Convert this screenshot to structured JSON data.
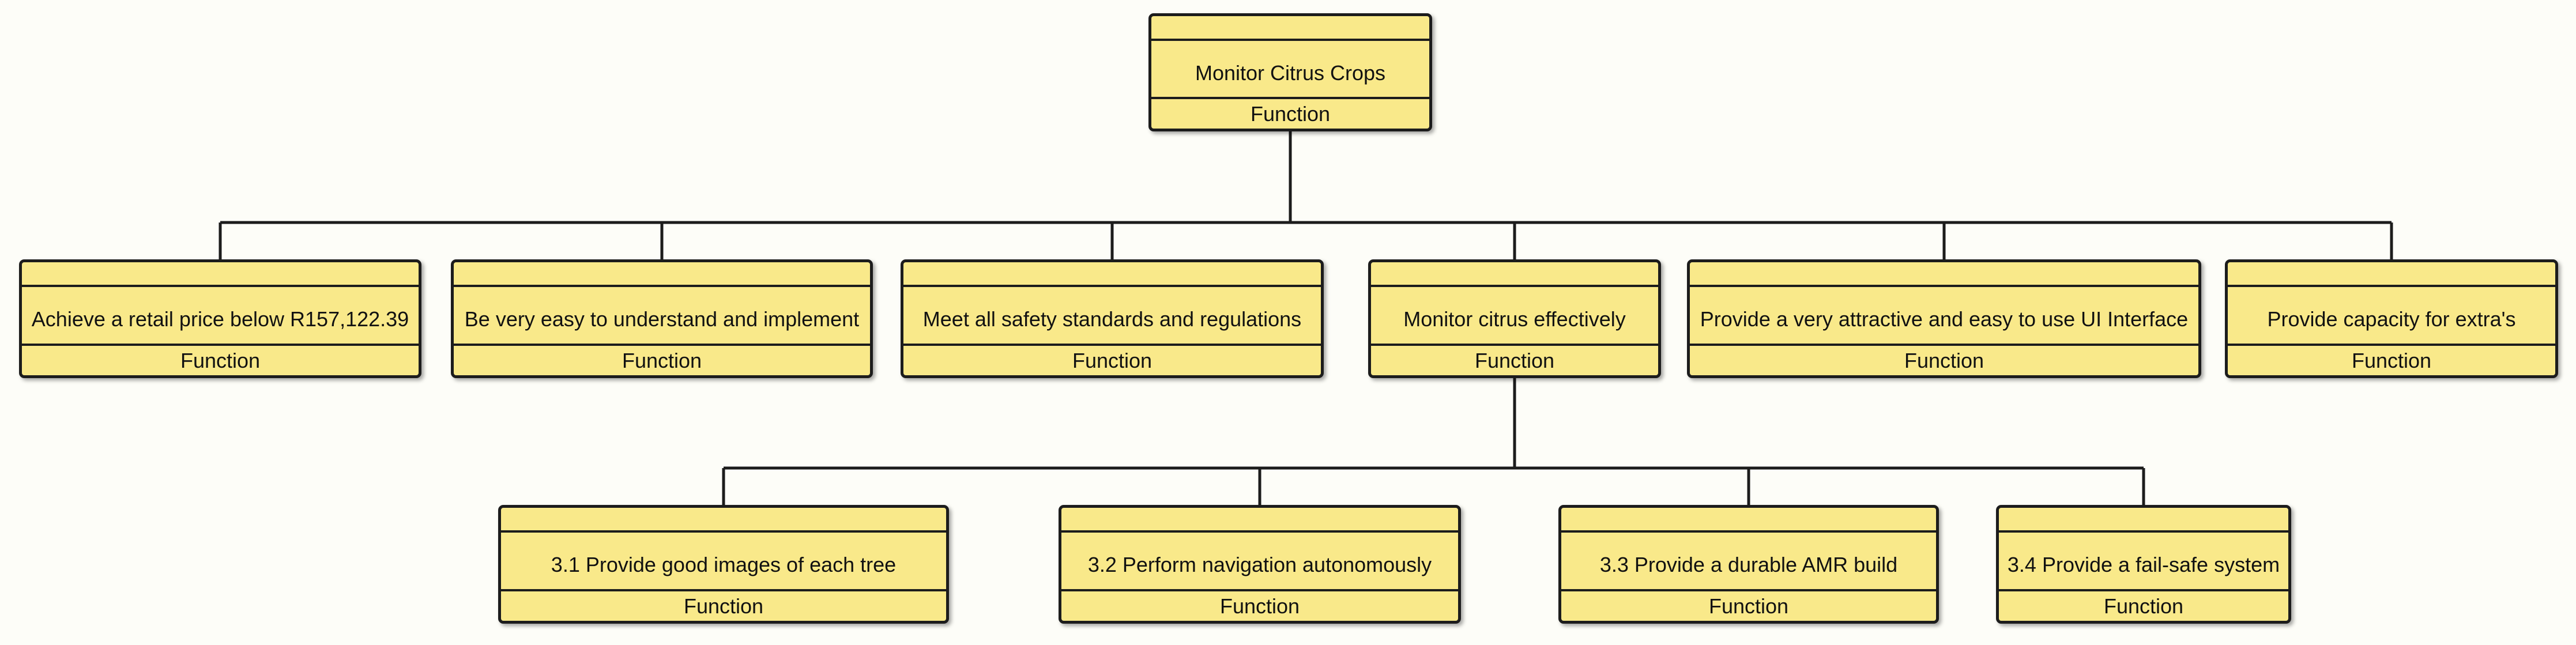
{
  "diagram": {
    "root": {
      "label": "Monitor Citrus Crops",
      "type": "Function"
    },
    "level1": [
      {
        "label": "Achieve a retail price below R157,122.39",
        "type": "Function"
      },
      {
        "label": "Be very easy to understand and implement",
        "type": "Function"
      },
      {
        "label": "Meet all safety standards and regulations",
        "type": "Function"
      },
      {
        "label": "Monitor citrus effectively",
        "type": "Function"
      },
      {
        "label": "Provide a very attractive and easy to use UI Interface",
        "type": "Function"
      },
      {
        "label": "Provide capacity for extra's",
        "type": "Function"
      }
    ],
    "level2": [
      {
        "label": "3.1 Provide good images of each tree",
        "type": "Function"
      },
      {
        "label": "3.2 Perform navigation autonomously",
        "type": "Function"
      },
      {
        "label": "3.3 Provide a durable AMR build",
        "type": "Function"
      },
      {
        "label": "3.4 Provide a fail-safe system",
        "type": "Function"
      }
    ],
    "colors": {
      "node_fill": "#f9e98a",
      "node_border": "#1c1c1c",
      "connector": "#1c1c1c",
      "background": "#fdfdf8"
    }
  }
}
